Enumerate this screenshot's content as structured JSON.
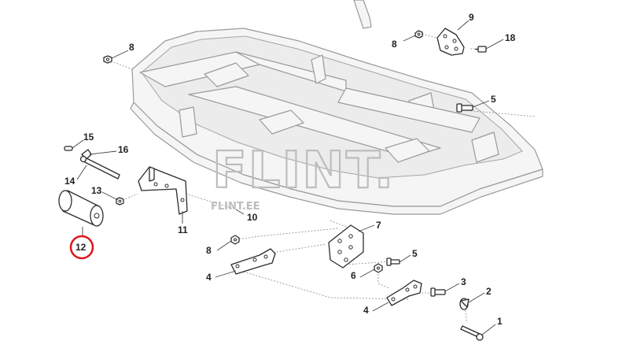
{
  "watermark": {
    "brand": "FLINT.",
    "site": "FLINT.EE"
  },
  "callouts": [
    {
      "id": "c8a",
      "label": "8"
    },
    {
      "id": "c9",
      "label": "9"
    },
    {
      "id": "c8b",
      "label": "8"
    },
    {
      "id": "c18",
      "label": "18"
    },
    {
      "id": "c5a",
      "label": "5"
    },
    {
      "id": "c15",
      "label": "15"
    },
    {
      "id": "c16",
      "label": "16"
    },
    {
      "id": "c14",
      "label": "14"
    },
    {
      "id": "c13",
      "label": "13"
    },
    {
      "id": "c11",
      "label": "11"
    },
    {
      "id": "c10",
      "label": "10"
    },
    {
      "id": "c12",
      "label": "12"
    },
    {
      "id": "c7",
      "label": "7"
    },
    {
      "id": "c8c",
      "label": "8"
    },
    {
      "id": "c5b",
      "label": "5"
    },
    {
      "id": "c4a",
      "label": "4"
    },
    {
      "id": "c6",
      "label": "6"
    },
    {
      "id": "c3",
      "label": "3"
    },
    {
      "id": "c2",
      "label": "2"
    },
    {
      "id": "c4b",
      "label": "4"
    },
    {
      "id": "c1",
      "label": "1"
    }
  ],
  "highlight": {
    "callout": "12",
    "color": "#e0161b"
  }
}
